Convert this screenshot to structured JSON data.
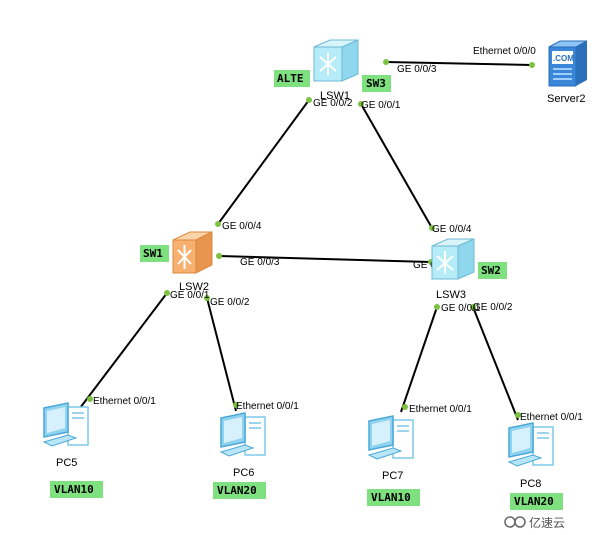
{
  "colors": {
    "link": "#000000",
    "port_dot": "#7cc240",
    "tag_bg": "#7ee07e",
    "l3_switch": "#b6ecf8",
    "l2_switch": "#f6b070",
    "server": "#3a86d8",
    "pc": "#8fd3f0"
  },
  "devices": {
    "lsw1": {
      "label": "LSW1",
      "tag": "SW3",
      "extra_tag": "ALTE"
    },
    "lsw2": {
      "label": "LSW2",
      "tag": "SW1"
    },
    "lsw3": {
      "label": "LSW3",
      "tag": "SW2"
    },
    "server2": {
      "label": "Server2",
      "screen": ".COM"
    },
    "pc5": {
      "label": "PC5",
      "tag": "VLAN10"
    },
    "pc6": {
      "label": "PC6",
      "tag": "VLAN20"
    },
    "pc7": {
      "label": "PC7",
      "tag": "VLAN10"
    },
    "pc8": {
      "label": "PC8",
      "tag": "VLAN20"
    }
  },
  "links": [
    {
      "id": "lsw1-server2",
      "a_port": "GE 0/0/3",
      "b_port": "Ethernet 0/0/0"
    },
    {
      "id": "lsw1-lsw2",
      "a_port": "GE 0/0/2",
      "b_port": "GE 0/0/4"
    },
    {
      "id": "lsw1-lsw3",
      "a_port": "GE 0/0/1",
      "b_port": "GE 0/0/4"
    },
    {
      "id": "lsw2-lsw3",
      "a_port": "GE 0/0/3",
      "b_port": "GE 0/0/3"
    },
    {
      "id": "lsw2-pc5",
      "a_port": "GE 0/0/1",
      "b_port": "Ethernet 0/0/1"
    },
    {
      "id": "lsw2-pc6",
      "a_port": "GE 0/0/2",
      "b_port": "Ethernet 0/0/1"
    },
    {
      "id": "lsw3-pc7",
      "a_port": "GE 0/0/1",
      "b_port": "Ethernet 0/0/1"
    },
    {
      "id": "lsw3-pc8",
      "a_port": "GE 0/0/2",
      "b_port": "Ethernet 0/0/1"
    }
  ],
  "watermark": "亿速云"
}
